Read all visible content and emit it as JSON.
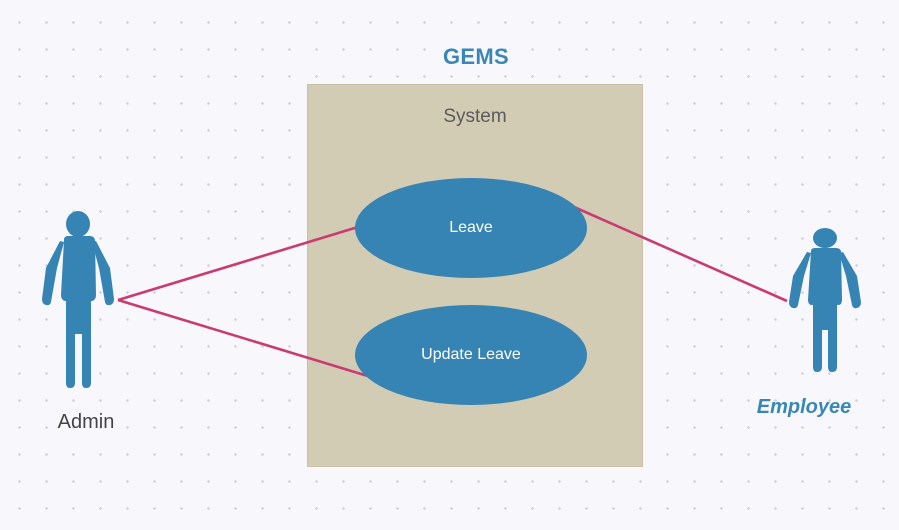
{
  "diagram": {
    "title": "GEMS",
    "system_label": "System"
  },
  "use_cases": {
    "leave": "Leave",
    "update_leave": "Update Leave"
  },
  "actors": {
    "admin": "Admin",
    "employee": "Employee"
  },
  "colors": {
    "title": "#3a87b5",
    "system_fill": "#d2ccb5",
    "use_case_fill": "#3584b4",
    "actor_fill": "#3584b4",
    "association_line": "#c83c72",
    "employee_label": "#3a87b5"
  }
}
